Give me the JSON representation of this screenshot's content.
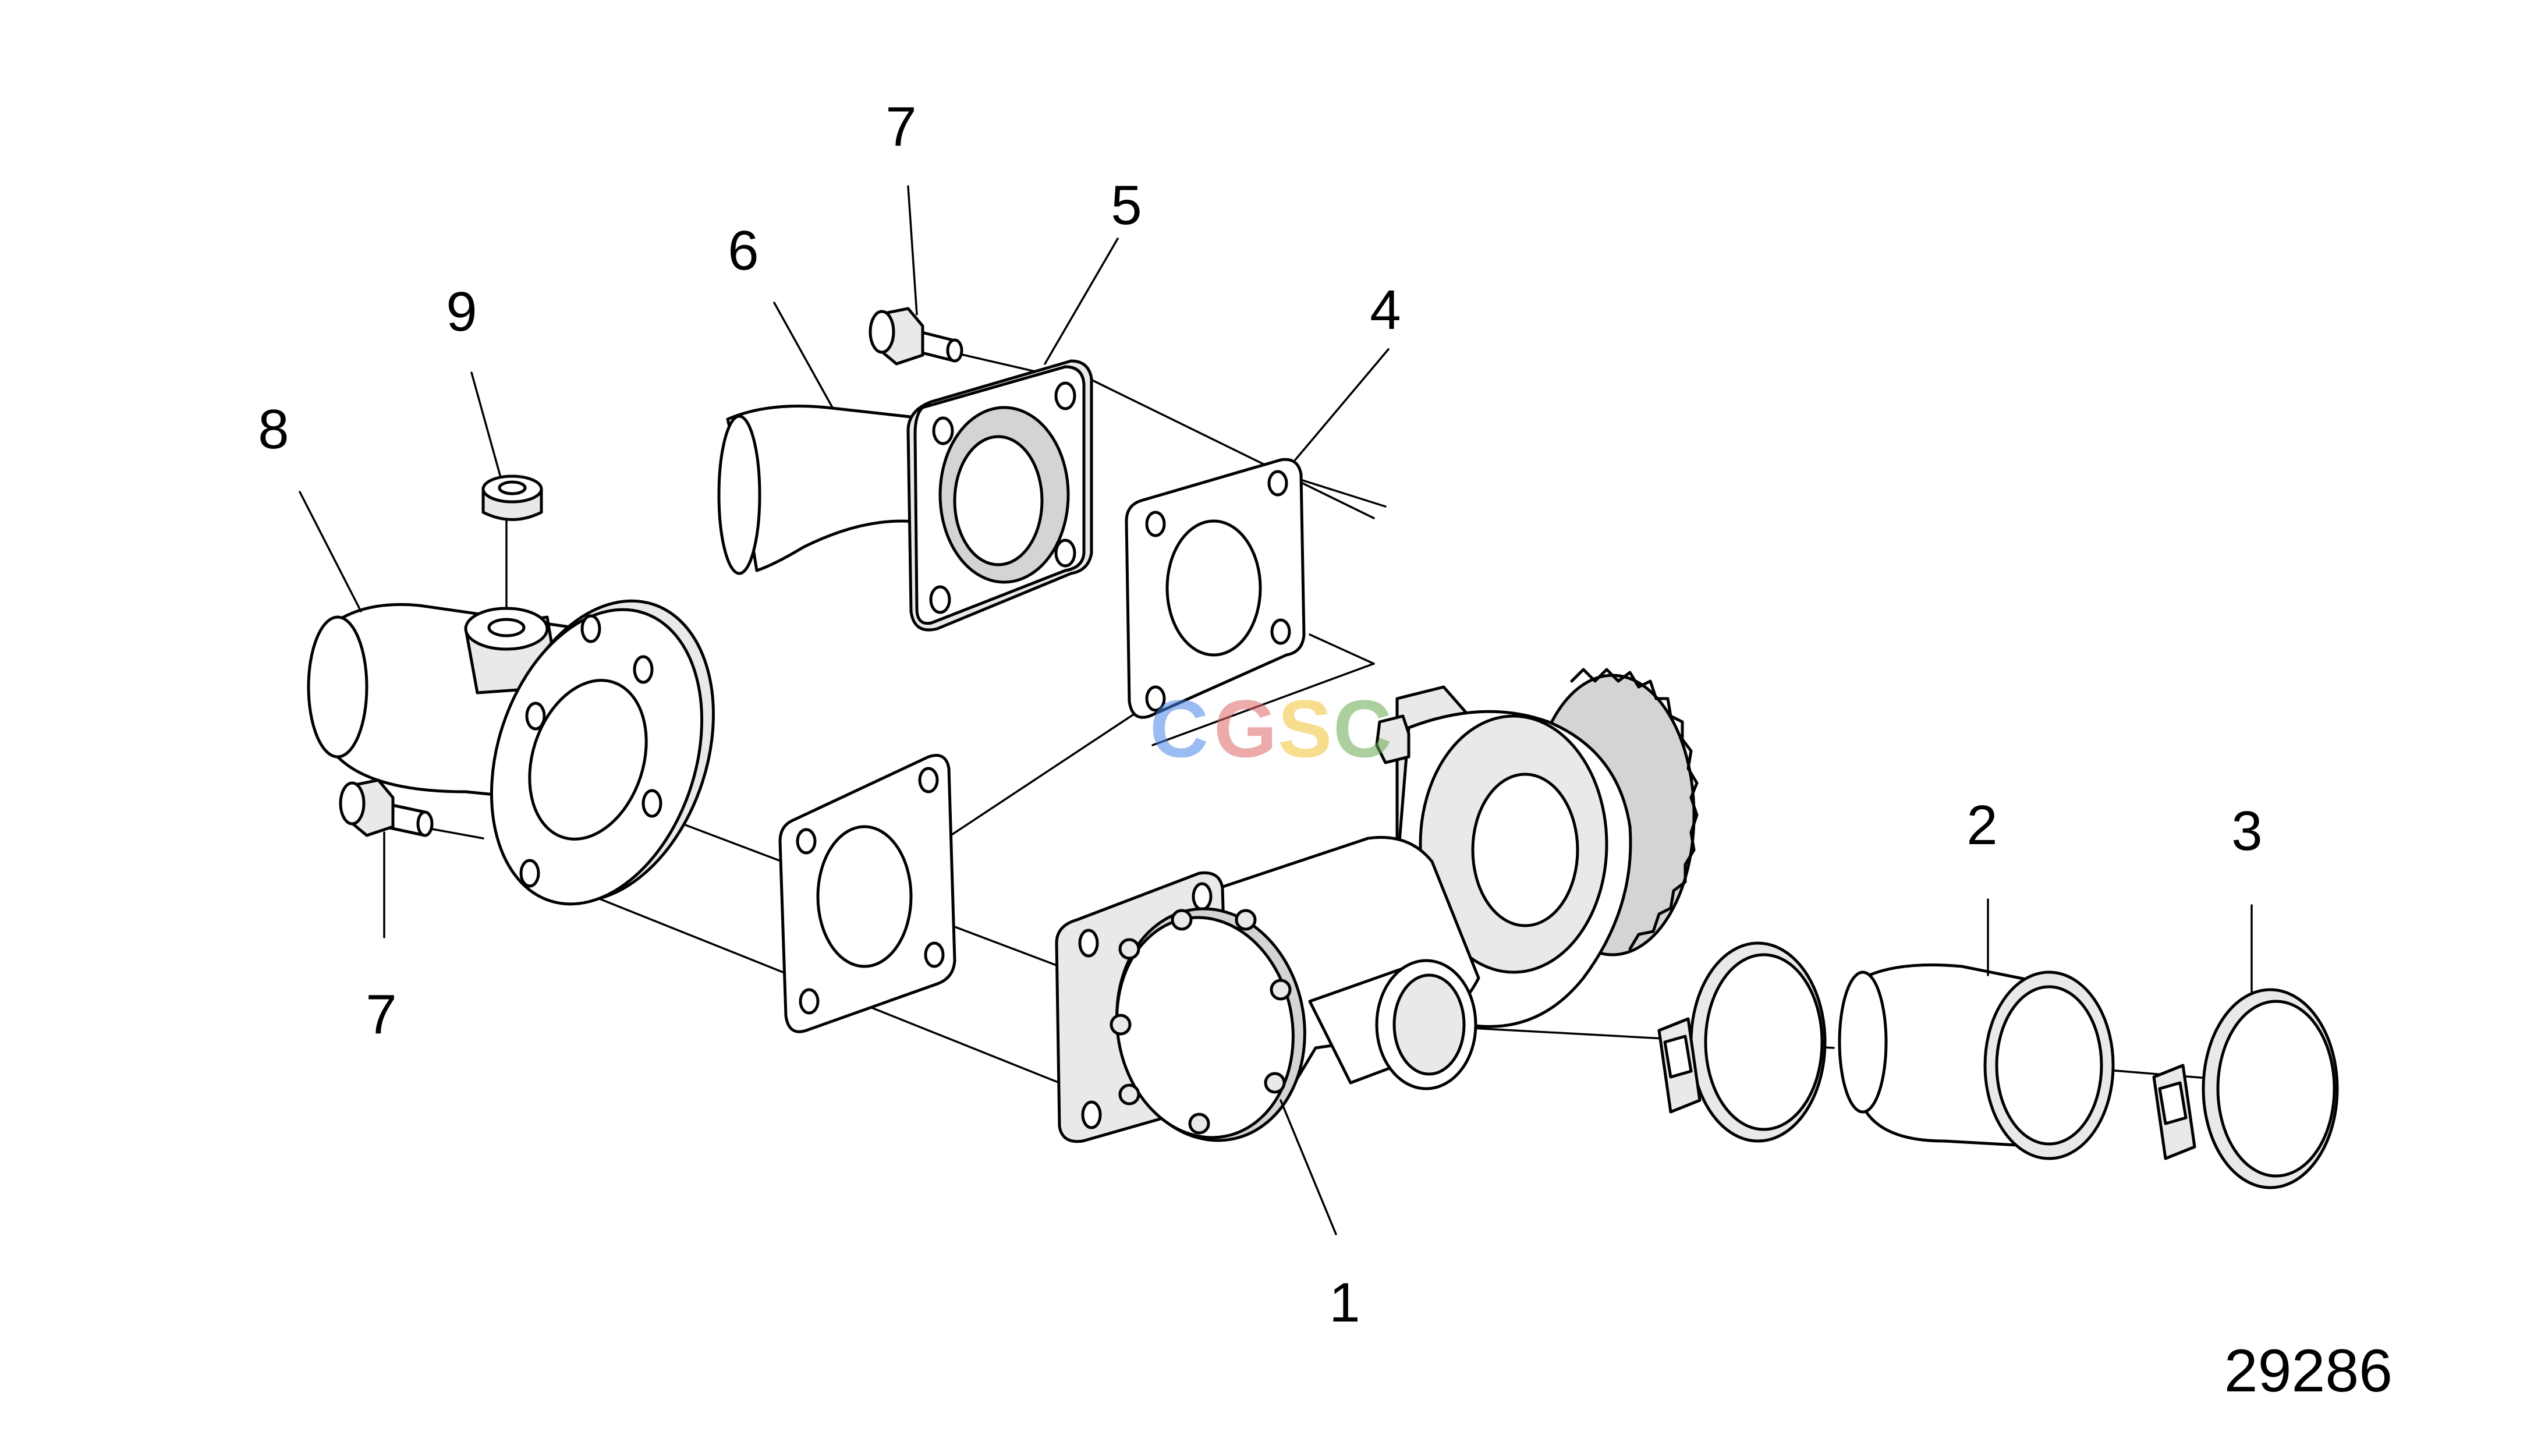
{
  "figure_number": "29286",
  "callouts": {
    "c1": "1",
    "c2": "2",
    "c3": "3",
    "c4": "4",
    "c5": "5",
    "c6": "6",
    "c7a": "7",
    "c7b": "7",
    "c8": "8",
    "c9": "9"
  },
  "watermark": {
    "letters": [
      "C",
      "G",
      "S",
      "C"
    ],
    "colors": [
      "#4a86e8",
      "#e06666",
      "#f1c232",
      "#6aa84f"
    ]
  }
}
